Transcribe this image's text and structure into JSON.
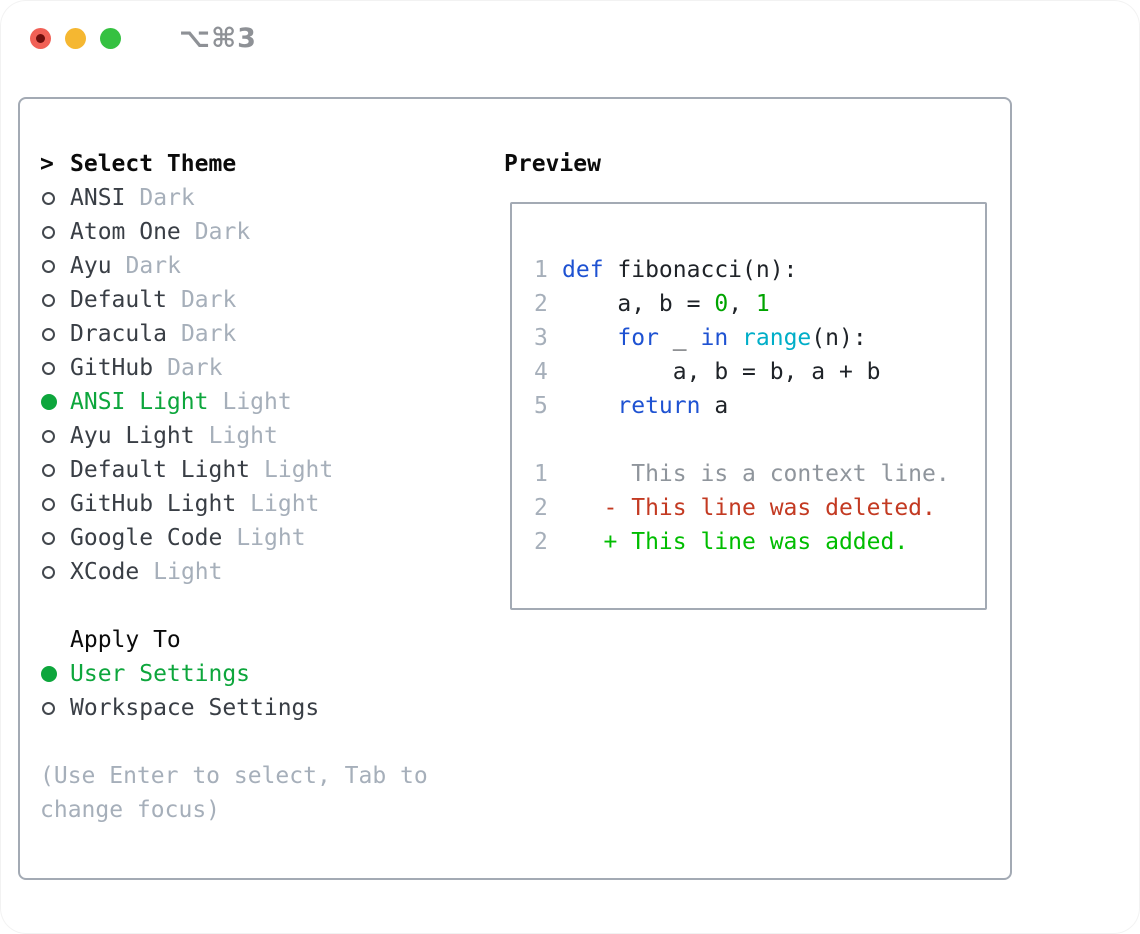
{
  "window": {
    "title_shortcut": "⌥⌘3",
    "traffic_lights": [
      "close",
      "minimize",
      "zoom"
    ]
  },
  "sidebar": {
    "header": {
      "prefix": ">",
      "title": "Select Theme"
    },
    "themes": [
      {
        "label": "ANSI",
        "variant": "Dark",
        "selected": false
      },
      {
        "label": "Atom One",
        "variant": "Dark",
        "selected": false
      },
      {
        "label": "Ayu",
        "variant": "Dark",
        "selected": false
      },
      {
        "label": "Default",
        "variant": "Dark",
        "selected": false
      },
      {
        "label": "Dracula",
        "variant": "Dark",
        "selected": false
      },
      {
        "label": "GitHub",
        "variant": "Dark",
        "selected": false
      },
      {
        "label": "ANSI Light",
        "variant": "Light",
        "selected": true
      },
      {
        "label": "Ayu Light",
        "variant": "Light",
        "selected": false
      },
      {
        "label": "Default Light",
        "variant": "Light",
        "selected": false
      },
      {
        "label": "GitHub Light",
        "variant": "Light",
        "selected": false
      },
      {
        "label": "Google Code",
        "variant": "Light",
        "selected": false
      },
      {
        "label": "XCode",
        "variant": "Light",
        "selected": false
      }
    ],
    "apply_to": {
      "title": "Apply To",
      "options": [
        {
          "label": "User Settings",
          "selected": true
        },
        {
          "label": "Workspace Settings",
          "selected": false
        }
      ]
    },
    "hint": "(Use Enter to select, Tab to change focus)"
  },
  "preview": {
    "title": "Preview",
    "code_lines": [
      {
        "num": "1",
        "tokens": [
          {
            "c": "kw",
            "t": "def"
          },
          {
            "c": "plain",
            "t": " fibonacci(n):"
          }
        ]
      },
      {
        "num": "2",
        "tokens": [
          {
            "c": "plain",
            "t": "    a, b = "
          },
          {
            "c": "lit",
            "t": "0"
          },
          {
            "c": "plain",
            "t": ", "
          },
          {
            "c": "lit",
            "t": "1"
          }
        ]
      },
      {
        "num": "3",
        "tokens": [
          {
            "c": "plain",
            "t": "    "
          },
          {
            "c": "kw",
            "t": "for"
          },
          {
            "c": "plain",
            "t": " _ "
          },
          {
            "c": "kw",
            "t": "in"
          },
          {
            "c": "plain",
            "t": " "
          },
          {
            "c": "fn",
            "t": "range"
          },
          {
            "c": "plain",
            "t": "(n):"
          }
        ]
      },
      {
        "num": "4",
        "tokens": [
          {
            "c": "plain",
            "t": "        a, b = b, a + b"
          }
        ]
      },
      {
        "num": "5",
        "tokens": [
          {
            "c": "plain",
            "t": "    "
          },
          {
            "c": "kw",
            "t": "return"
          },
          {
            "c": "plain",
            "t": " a"
          }
        ]
      },
      {
        "num": "",
        "tokens": []
      },
      {
        "num": "1",
        "tokens": [
          {
            "c": "ctx",
            "t": "     This is a context line."
          }
        ]
      },
      {
        "num": "2",
        "tokens": [
          {
            "c": "del",
            "t": "   - This line was deleted."
          }
        ]
      },
      {
        "num": "2",
        "tokens": [
          {
            "c": "add",
            "t": "   + This line was added."
          }
        ]
      }
    ]
  },
  "colors": {
    "selected_green": "#0da63c",
    "secondary_text": "#a6afba",
    "item_text": "#393e45",
    "heading_text": "#0b0b0b",
    "panel_border": "#a3aab4",
    "traffic_red": "#f16056",
    "traffic_yellow": "#f5b731",
    "traffic_green": "#35c141",
    "title_gray": "#8e9196",
    "keyword": "#1e52d2",
    "builtin": "#00aec8",
    "literal": "#00a400",
    "plain": "#1f2328",
    "context": "#8f959c",
    "deleted": "#c33a22",
    "added": "#00bd00",
    "line_number": "#a6afba"
  }
}
